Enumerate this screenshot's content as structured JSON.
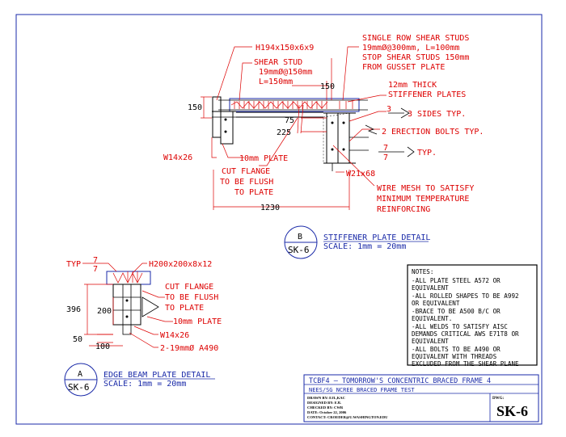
{
  "detail_b": {
    "labels": {
      "h194": "H194x150x6x9",
      "shear_stud_1": "SHEAR STUD",
      "shear_stud_2": "19mmØ@150mm",
      "shear_stud_3": "L=150mm",
      "single_row_1": "SINGLE ROW SHEAR STUDS",
      "single_row_2": "19mmØ@300mm, L=100mm",
      "single_row_3": "STOP SHEAR STUDS 150mm",
      "single_row_4": "FROM GUSSET PLATE",
      "stiff_1": "12mm THICK",
      "stiff_2": "STIFFENER PLATES",
      "three_sides": "3 SIDES TYP.",
      "erection": "2 ERECTION BOLTS TYP.",
      "typ": "TYP.",
      "w14": "W14x26",
      "plate10": "10mm PLATE",
      "cut_1": "CUT FLANGE",
      "cut_2": "TO BE FLUSH",
      "cut_3": "TO PLATE",
      "w21": "W21x68",
      "mesh_1": "WIRE MESH TO SATISFY",
      "mesh_2": "MINIMUM TEMPERATURE",
      "mesh_3": "REINFORCING",
      "weld_3a": "3",
      "weld_3b": "3",
      "weld_7a": "7",
      "weld_7b": "7"
    },
    "dims": {
      "d150_left": "150",
      "d150_top": "150",
      "d75": "75",
      "d225": "225",
      "d1230": "1230"
    },
    "callout": {
      "letter": "B",
      "sheet": "SK-6",
      "title": "STIFFENER PLATE DETAIL",
      "scale": "SCALE: 1mm = 20mm"
    }
  },
  "detail_a": {
    "labels": {
      "typ": "TYP",
      "weld_7a": "7",
      "weld_7b": "7",
      "h200": "H200x200x8x12",
      "cut_1": "CUT FLANGE",
      "cut_2": "TO BE FLUSH",
      "cut_3": "TO PLATE",
      "plate10": "10mm PLATE",
      "w14": "W14x26",
      "bolts": "2-19mmØ A490"
    },
    "dims": {
      "d396": "396",
      "d200": "200",
      "d50": "50",
      "d100": "100"
    },
    "callout": {
      "letter": "A",
      "sheet": "SK-6",
      "title": "EDGE BEAM PLATE DETAIL",
      "scale": "SCALE: 1mm = 20mm"
    }
  },
  "notes": {
    "heading": "NOTES:",
    "lines": [
      "-ALL PLATE STEEL A572 OR",
      "EQUIVALENT",
      "-ALL ROLLED SHAPES TO BE A992",
      "OR EQUIVALENT",
      "-BRACE TO BE A500 B/C OR",
      "EQUIVALENT.",
      "-ALL WELDS TO SATISFY AISC",
      "DEMANDS CRITICAL AWS E71T8 OR",
      "EQUIVALENT",
      "-ALL BOLTS TO BE A490 OR",
      "EQUIVALENT WITH THREADS",
      "EXCLUDED FROM THE SHEAR PLANE"
    ]
  },
  "title_block": {
    "project": "TCBF4 — TOMORROW'S CONCENTRIC BRACED FRAME 4",
    "subtitle": "NEES/SG NCREE BRACED FRAME TEST",
    "drawn_by": "DRAWN BY: EJL,KAC",
    "designed_by": "DESIGNED BY: EJL",
    "checked_by": "CHECKED BY: CWR",
    "date": "DATE: October 22, 2006",
    "contact": "CONTACT: CROEDER@U.WASHINGTON.EDU",
    "dwg_label": "DWG:",
    "dwg_number": "SK-6"
  }
}
